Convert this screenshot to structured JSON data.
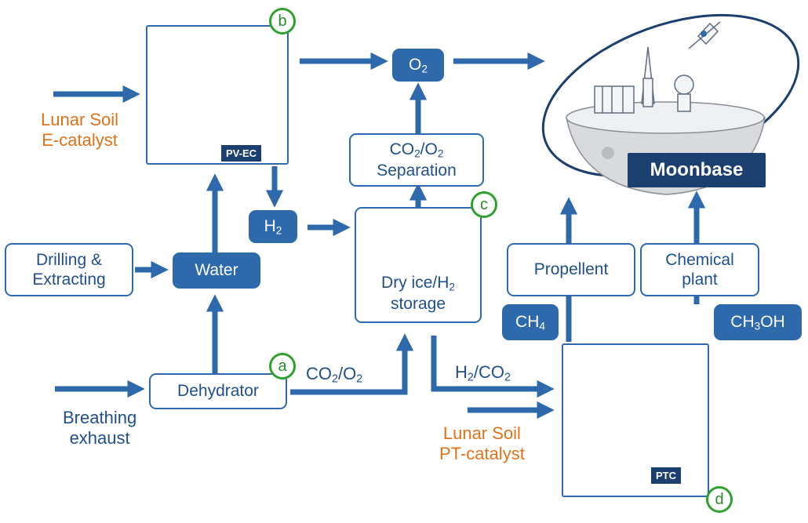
{
  "inputs": {
    "lunar_soil_e": [
      "Lunar Soil",
      "E-catalyst"
    ],
    "breathing": [
      "Breathing",
      "exhaust"
    ],
    "lunar_soil_pt": [
      "Lunar Soil",
      "PT-catalyst"
    ]
  },
  "units": {
    "pvec": {
      "badge": "b",
      "tag": "PV-EC"
    },
    "dehydrator": {
      "badge": "a",
      "label": "Dehydrator"
    },
    "storage": {
      "badge": "c",
      "label_pre": "Dry ice/H",
      "label_sub": "2",
      "label_line2": "storage"
    },
    "ptc": {
      "badge": "d",
      "tag": "PTC"
    }
  },
  "nodes": {
    "drilling": [
      "Drilling &",
      "Extracting"
    ],
    "water": "Water",
    "h2": {
      "main": "H",
      "sub": "2"
    },
    "o2": {
      "main": "O",
      "sub": "2"
    },
    "separation": {
      "l1a": "CO",
      "l1s": "2",
      "l1b": "/O",
      "l1s2": "2",
      "l2": "Separation"
    },
    "propellent": "Propellent",
    "chemical": [
      "Chemical",
      "plant"
    ],
    "ch4": {
      "a": "CH",
      "s": "4"
    },
    "ch3oh": {
      "a": "CH",
      "s": "3",
      "b": "OH"
    },
    "moonbase": "Moonbase"
  },
  "flows": {
    "co2o2": {
      "a": "CO",
      "s1": "2",
      "b": "/O",
      "s2": "2"
    },
    "h2co2": {
      "a": "H",
      "s1": "2",
      "b": "/CO",
      "s2": "2"
    }
  },
  "colors": {
    "primary": "#2d69ab",
    "text": "#1f4f8c",
    "orange": "#e0721a",
    "badge": "#2fa12e",
    "dark": "#1b3f6e"
  }
}
